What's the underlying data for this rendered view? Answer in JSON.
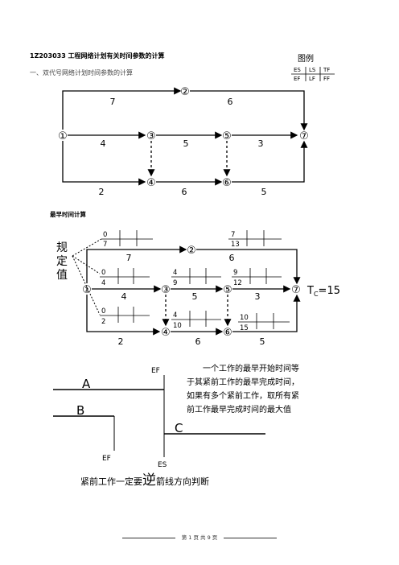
{
  "header": {
    "title": "1Z203033 工程网络计划有关时间参数的计算",
    "subtitle": "一、双代号网络计划时间参数的计算",
    "legend_title": "图例",
    "legend_top": [
      "ES",
      "LS",
      "TF"
    ],
    "legend_bottom": [
      "EF",
      "LF",
      "FF"
    ]
  },
  "network1": {
    "nodes": [
      "①",
      "②",
      "③",
      "⑤",
      "⑦",
      "④",
      "⑥"
    ],
    "durations": [
      "7",
      "6",
      "4",
      "5",
      "3",
      "2",
      "6",
      "5"
    ]
  },
  "section2": {
    "title": "最早时间计算",
    "guide_label": "规\n定\n值",
    "nodes": [
      "①",
      "②",
      "③",
      "⑤",
      "⑦",
      "④",
      "⑥"
    ],
    "durations": [
      "7",
      "6",
      "4",
      "5",
      "3",
      "2",
      "6",
      "5"
    ],
    "boxes": [
      {
        "es": "0",
        "ef": "7"
      },
      {
        "es": "7",
        "ef": "13"
      },
      {
        "es": "0",
        "ef": "4"
      },
      {
        "es": "4",
        "ef": "9"
      },
      {
        "es": "9",
        "ef": "12"
      },
      {
        "es": "0",
        "ef": "2"
      },
      {
        "es": "4",
        "ef": "10"
      },
      {
        "es": "10",
        "ef": "15"
      }
    ],
    "tc_label": "T",
    "tc_sub": "C",
    "tc_value": "=15"
  },
  "section3": {
    "labels": {
      "a": "A",
      "b": "B",
      "c": "C",
      "ef_top": "EF",
      "ef_bottom": "EF",
      "es": "ES"
    },
    "explanation": "一个工作的最早开始时间等于其紧前工作的最早完成时间，如果有多个紧前工作，取所有紧前工作最早完成时间的最大值",
    "note_pre": "紧前工作一定要",
    "note_big": "逆",
    "note_post": "箭线方向判断"
  },
  "footer": {
    "page_text": "第 1 页 共 9 页"
  }
}
